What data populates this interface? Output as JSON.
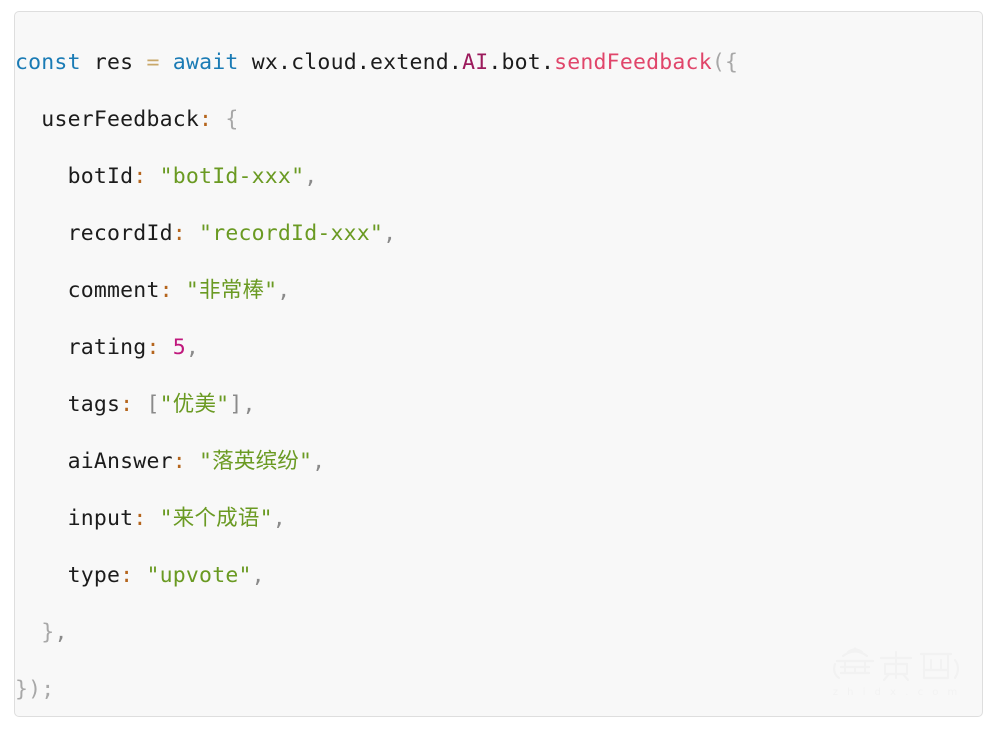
{
  "theme": {
    "page_background": "#ffffff",
    "card_background": "#f8f8f8",
    "card_border": "#dedede",
    "color_keyword": "#1a7bb5",
    "color_plain": "#1c1c1c",
    "color_operator": "#c9a86a",
    "color_namespace": "#9c1a5c",
    "color_method": "#e0456a",
    "color_punctuation": "#a8a8a8",
    "color_colon": "#b5651d",
    "color_string": "#6a9a22",
    "color_number": "#c0187d",
    "color_comma": "#8a8a8a",
    "color_bracket": "#8a8a8a"
  },
  "code": {
    "language": "javascript",
    "full_text": "const res = await wx.cloud.extend.AI.bot.sendFeedback({\n  userFeedback: {\n    botId: \"botId-xxx\",\n    recordId: \"recordId-xxx\",\n    comment: \"非常棒\",\n    rating: 5,\n    tags: [\"优美\"],\n    aiAnswer: \"落英缤纷\",\n    input: \"来个成语\",\n    type: \"upvote\",\n  },\n});",
    "lines": [
      {
        "id": "line-1",
        "indent": "",
        "tokens": [
          {
            "t": "const",
            "c": "keyword"
          },
          {
            "t": " ",
            "c": "plain"
          },
          {
            "t": "res",
            "c": "plain"
          },
          {
            "t": " ",
            "c": "plain"
          },
          {
            "t": "=",
            "c": "operator"
          },
          {
            "t": " ",
            "c": "plain"
          },
          {
            "t": "await",
            "c": "keyword"
          },
          {
            "t": " ",
            "c": "plain"
          },
          {
            "t": "wx",
            "c": "plain"
          },
          {
            "t": ".",
            "c": "dot"
          },
          {
            "t": "cloud",
            "c": "plain"
          },
          {
            "t": ".",
            "c": "dot"
          },
          {
            "t": "extend",
            "c": "plain"
          },
          {
            "t": ".",
            "c": "dot"
          },
          {
            "t": "AI",
            "c": "namespace"
          },
          {
            "t": ".",
            "c": "dot"
          },
          {
            "t": "bot",
            "c": "plain"
          },
          {
            "t": ".",
            "c": "dot"
          },
          {
            "t": "sendFeedback",
            "c": "method"
          },
          {
            "t": "({",
            "c": "punct"
          }
        ]
      },
      {
        "id": "line-2",
        "indent": "  ",
        "tokens": [
          {
            "t": "userFeedback",
            "c": "prop"
          },
          {
            "t": ":",
            "c": "colon"
          },
          {
            "t": " ",
            "c": "plain"
          },
          {
            "t": "{",
            "c": "punct"
          }
        ]
      },
      {
        "id": "line-3",
        "indent": "    ",
        "tokens": [
          {
            "t": "botId",
            "c": "prop"
          },
          {
            "t": ":",
            "c": "colon"
          },
          {
            "t": " ",
            "c": "plain"
          },
          {
            "t": "\"botId-xxx\"",
            "c": "string"
          },
          {
            "t": ",",
            "c": "comma"
          }
        ]
      },
      {
        "id": "line-4",
        "indent": "    ",
        "tokens": [
          {
            "t": "recordId",
            "c": "prop"
          },
          {
            "t": ":",
            "c": "colon"
          },
          {
            "t": " ",
            "c": "plain"
          },
          {
            "t": "\"recordId-xxx\"",
            "c": "string"
          },
          {
            "t": ",",
            "c": "comma"
          }
        ]
      },
      {
        "id": "line-5",
        "indent": "    ",
        "tokens": [
          {
            "t": "comment",
            "c": "prop"
          },
          {
            "t": ":",
            "c": "colon"
          },
          {
            "t": " ",
            "c": "plain"
          },
          {
            "t": "\"非常棒\"",
            "c": "string"
          },
          {
            "t": ",",
            "c": "comma"
          }
        ]
      },
      {
        "id": "line-6",
        "indent": "    ",
        "tokens": [
          {
            "t": "rating",
            "c": "prop"
          },
          {
            "t": ":",
            "c": "colon"
          },
          {
            "t": " ",
            "c": "plain"
          },
          {
            "t": "5",
            "c": "number"
          },
          {
            "t": ",",
            "c": "comma"
          }
        ]
      },
      {
        "id": "line-7",
        "indent": "    ",
        "tokens": [
          {
            "t": "tags",
            "c": "prop"
          },
          {
            "t": ":",
            "c": "colon"
          },
          {
            "t": " ",
            "c": "plain"
          },
          {
            "t": "[",
            "c": "bracket"
          },
          {
            "t": "\"优美\"",
            "c": "string"
          },
          {
            "t": "]",
            "c": "bracket"
          },
          {
            "t": ",",
            "c": "comma"
          }
        ]
      },
      {
        "id": "line-8",
        "indent": "    ",
        "tokens": [
          {
            "t": "aiAnswer",
            "c": "prop"
          },
          {
            "t": ":",
            "c": "colon"
          },
          {
            "t": " ",
            "c": "plain"
          },
          {
            "t": "\"落英缤纷\"",
            "c": "string"
          },
          {
            "t": ",",
            "c": "comma"
          }
        ]
      },
      {
        "id": "line-9",
        "indent": "    ",
        "tokens": [
          {
            "t": "input",
            "c": "prop"
          },
          {
            "t": ":",
            "c": "colon"
          },
          {
            "t": " ",
            "c": "plain"
          },
          {
            "t": "\"来个成语\"",
            "c": "string"
          },
          {
            "t": ",",
            "c": "comma"
          }
        ]
      },
      {
        "id": "line-10",
        "indent": "    ",
        "tokens": [
          {
            "t": "type",
            "c": "prop"
          },
          {
            "t": ":",
            "c": "colon"
          },
          {
            "t": " ",
            "c": "plain"
          },
          {
            "t": "\"upvote\"",
            "c": "string"
          },
          {
            "t": ",",
            "c": "comma"
          }
        ]
      },
      {
        "id": "line-11",
        "indent": "  ",
        "tokens": [
          {
            "t": "}",
            "c": "punct"
          },
          {
            "t": ",",
            "c": "comma"
          }
        ]
      },
      {
        "id": "line-12",
        "indent": "",
        "tokens": [
          {
            "t": "});",
            "c": "punct"
          }
        ]
      }
    ]
  },
  "watermark": {
    "logo_text": "智东西",
    "site_text": "z h i d x . c o m"
  }
}
